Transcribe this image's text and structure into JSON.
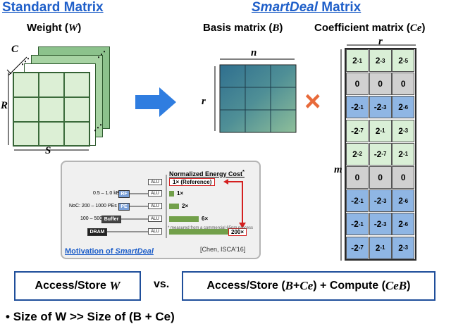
{
  "standard": {
    "title": "Standard Matrix",
    "weight_label": "Weight (",
    "weight_var": "W",
    "weight_close": ")",
    "dim_c": "C",
    "dim_r": "R",
    "dim_s": "S"
  },
  "smartdeal": {
    "title_italic": "SmartDeal",
    "title_rest": " Matrix",
    "basis_label": "Basis matrix (",
    "basis_var": "B",
    "basis_close": ")",
    "coef_label": "Coefficient matrix (",
    "coef_var": "Ce",
    "coef_close": ")",
    "dim_n": "n",
    "dim_r_basis": "r",
    "dim_r_coef": "r",
    "dim_m": "m",
    "multiply": "×"
  },
  "coefficients": {
    "rows": [
      [
        {
          "b": "2",
          "e": "-1"
        },
        {
          "b": "2",
          "e": "-3"
        },
        {
          "b": "2",
          "e": "-5"
        }
      ],
      [
        {
          "b": "0",
          "e": ""
        },
        {
          "b": "0",
          "e": ""
        },
        {
          "b": "0",
          "e": ""
        }
      ],
      [
        {
          "b": "-2",
          "e": "-1"
        },
        {
          "b": "-2",
          "e": "-3"
        },
        {
          "b": "2",
          "e": "-6"
        }
      ],
      [
        {
          "b": "-2",
          "e": "-7"
        },
        {
          "b": "2",
          "e": "-1"
        },
        {
          "b": "2",
          "e": "-3"
        }
      ],
      [
        {
          "b": "2",
          "e": "-2"
        },
        {
          "b": "-2",
          "e": "-7"
        },
        {
          "b": "2",
          "e": "-1"
        }
      ],
      [
        {
          "b": "0",
          "e": ""
        },
        {
          "b": "0",
          "e": ""
        },
        {
          "b": "0",
          "e": ""
        }
      ],
      [
        {
          "b": "-2",
          "e": "-1"
        },
        {
          "b": "-2",
          "e": "-3"
        },
        {
          "b": "2",
          "e": "-6"
        }
      ],
      [
        {
          "b": "-2",
          "e": "-1"
        },
        {
          "b": "-2",
          "e": "-3"
        },
        {
          "b": "2",
          "e": "-6"
        }
      ],
      [
        {
          "b": "-2",
          "e": "-7"
        },
        {
          "b": "2",
          "e": "-1"
        },
        {
          "b": "2",
          "e": "-3"
        }
      ]
    ]
  },
  "motivation": {
    "chart_title": "Normalized Energy Cost",
    "chart_title_mark": "*",
    "rows": [
      {
        "range": "",
        "unit": "",
        "alu": "ALU",
        "value": "1× (Reference)",
        "level": 0
      },
      {
        "range": "0.5 – 1.0 kB",
        "unit": "RF",
        "alu": "ALU",
        "value": "1×",
        "level": 1
      },
      {
        "range": "NoC: 200 – 1000 PEs",
        "unit": "PE",
        "alu": "ALU",
        "value": "2×",
        "level": 2
      },
      {
        "range": "100 – 500 kB",
        "unit": "Buffer",
        "alu": "ALU",
        "value": "6×",
        "level": 6
      },
      {
        "range": "",
        "unit": "DRAM",
        "alu": "ALU",
        "value": "200×",
        "level": 200
      }
    ],
    "footnote": "* measured from a commercial 65nm process",
    "caption_prefix": "Motivation of ",
    "caption_italic": "SmartDeal",
    "citation": "[Chen, ISCA'16]"
  },
  "bottom": {
    "left_box_prefix": "Access/Store ",
    "left_box_var": "W",
    "vs": "vs.",
    "right_prefix": "Access/Store (",
    "right_var1": "B",
    "right_plus": "+",
    "right_var2": "Ce",
    "right_mid": ") + Compute (",
    "right_var3": "CeB",
    "right_close": ")",
    "bullet_text": "Size of W >> Size of (B + Ce)"
  },
  "colors": {
    "title_blue": "#1f5fc9",
    "layer_green": "#8cc28c",
    "front_green": "#dcefd5",
    "arrow_blue": "#2f7de0",
    "times_orange": "#e86a3a",
    "box_blue": "#1f4e9a",
    "bar_green": "#72a04a",
    "highlight_red": "#d42020",
    "coef_blue": "#8fb6e4",
    "coef_green": "#d9efd6",
    "coef_gray": "#d0d0d0"
  }
}
